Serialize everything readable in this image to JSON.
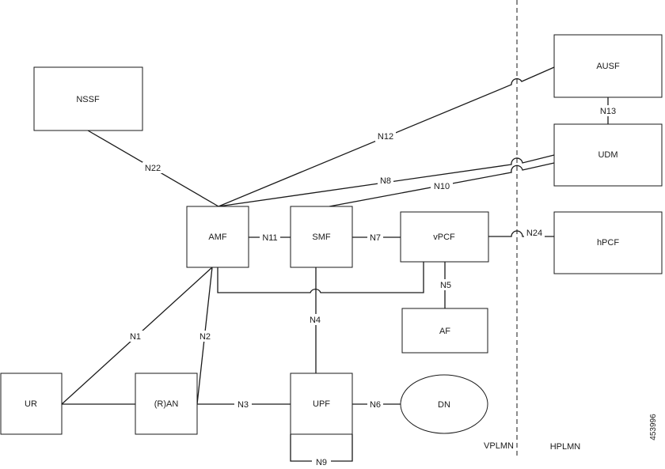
{
  "nodes": {
    "nssf": "NSSF",
    "amf": "AMF",
    "smf": "SMF",
    "vpcf": "vPCF",
    "af": "AF",
    "ausf": "AUSF",
    "udm": "UDM",
    "hpcf": "hPCF",
    "ur": "UR",
    "ran": "(R)AN",
    "upf": "UPF",
    "dn": "DN"
  },
  "interfaces": {
    "n1": "N1",
    "n2": "N2",
    "n3": "N3",
    "n4": "N4",
    "n5": "N5",
    "n6": "N6",
    "n7": "N7",
    "n8": "N8",
    "n9": "N9",
    "n10": "N10",
    "n11": "N11",
    "n12": "N12",
    "n13": "N13",
    "n22": "N22",
    "n24": "N24"
  },
  "regions": {
    "visited": "VPLMN",
    "home": "HPLMN"
  },
  "figure_id": "453996"
}
